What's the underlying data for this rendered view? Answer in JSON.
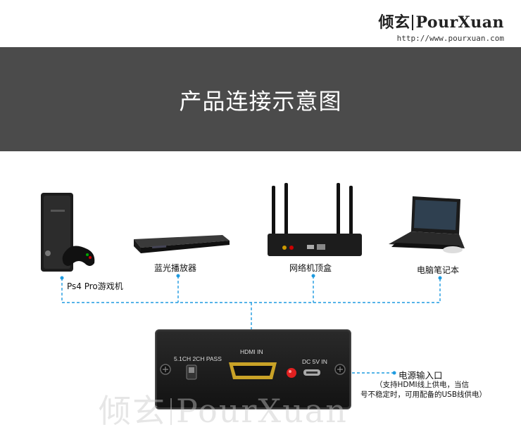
{
  "header": {
    "logo_cn": "倾玄",
    "logo_en": "PourXuan",
    "url": "http://www.pourxuan.com"
  },
  "banner": {
    "title": "产品连接示意图"
  },
  "devices": {
    "ps4": "Ps4 Pro游戏机",
    "bluray": "蓝光播放器",
    "settop": "网络机顶盒",
    "laptop": "电脑笔记本"
  },
  "box": {
    "switch_label": "5.1CH 2CH PASS",
    "hdmi_label": "HDMI IN",
    "dc_label": "DC 5V IN"
  },
  "power": {
    "title": "电源输入口",
    "note_line1": "（支持HDMI线上供电，当信",
    "note_line2": "号不稳定时，可用配备的USB线供电）"
  },
  "watermark": {
    "cn": "倾玄",
    "en": "PourXuan"
  },
  "colors": {
    "banner": "#4b4b4b",
    "connector": "#1e9be0",
    "hdmi_gold": "#c9a227",
    "led": "#e02020"
  }
}
